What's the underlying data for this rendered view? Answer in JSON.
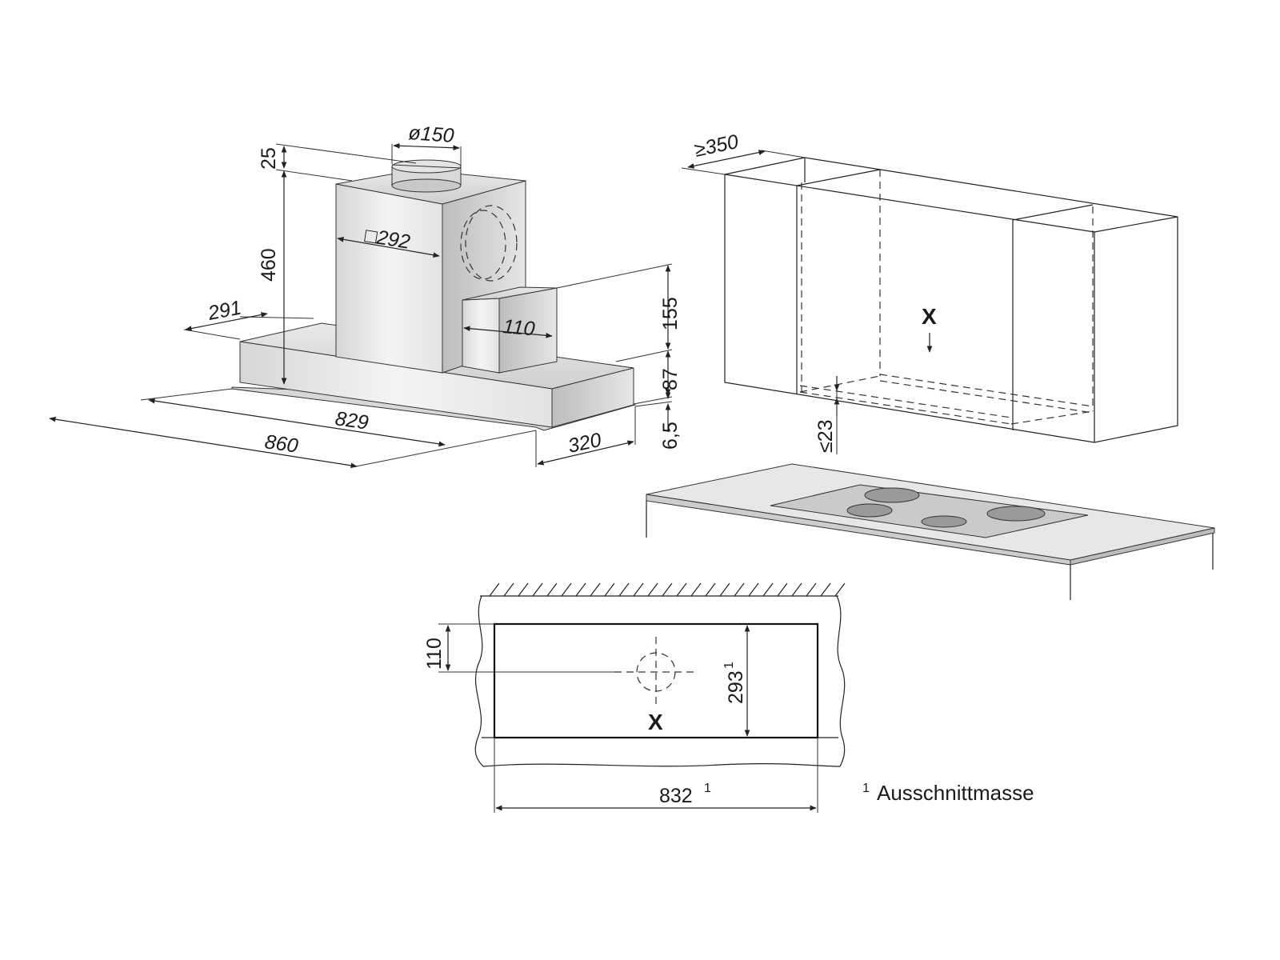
{
  "hood_view": {
    "dims": {
      "duct_diameter": "ø150",
      "top_height": "25",
      "total_height": "460",
      "chimney_width": "□292",
      "inner_depth": "291",
      "box_depth": "110",
      "box_height": "155",
      "body_height": "87",
      "glass_thickness": "6,5",
      "depth": "320",
      "inner_width": "829",
      "outer_width": "860"
    }
  },
  "cabinet_view": {
    "dims": {
      "min_depth": "≥350",
      "max_gap": "≤23"
    },
    "marker": "X"
  },
  "cutout_view": {
    "dims": {
      "offset": "110",
      "height": "293",
      "height_note": "1",
      "width": "832",
      "width_note": "1"
    },
    "marker": "X"
  },
  "footnote": {
    "mark": "1",
    "text": "Ausschnittmasse"
  },
  "colors": {
    "line": "#222222",
    "steel_light": "#f2f2f2",
    "steel_dark": "#b5b5b5"
  }
}
